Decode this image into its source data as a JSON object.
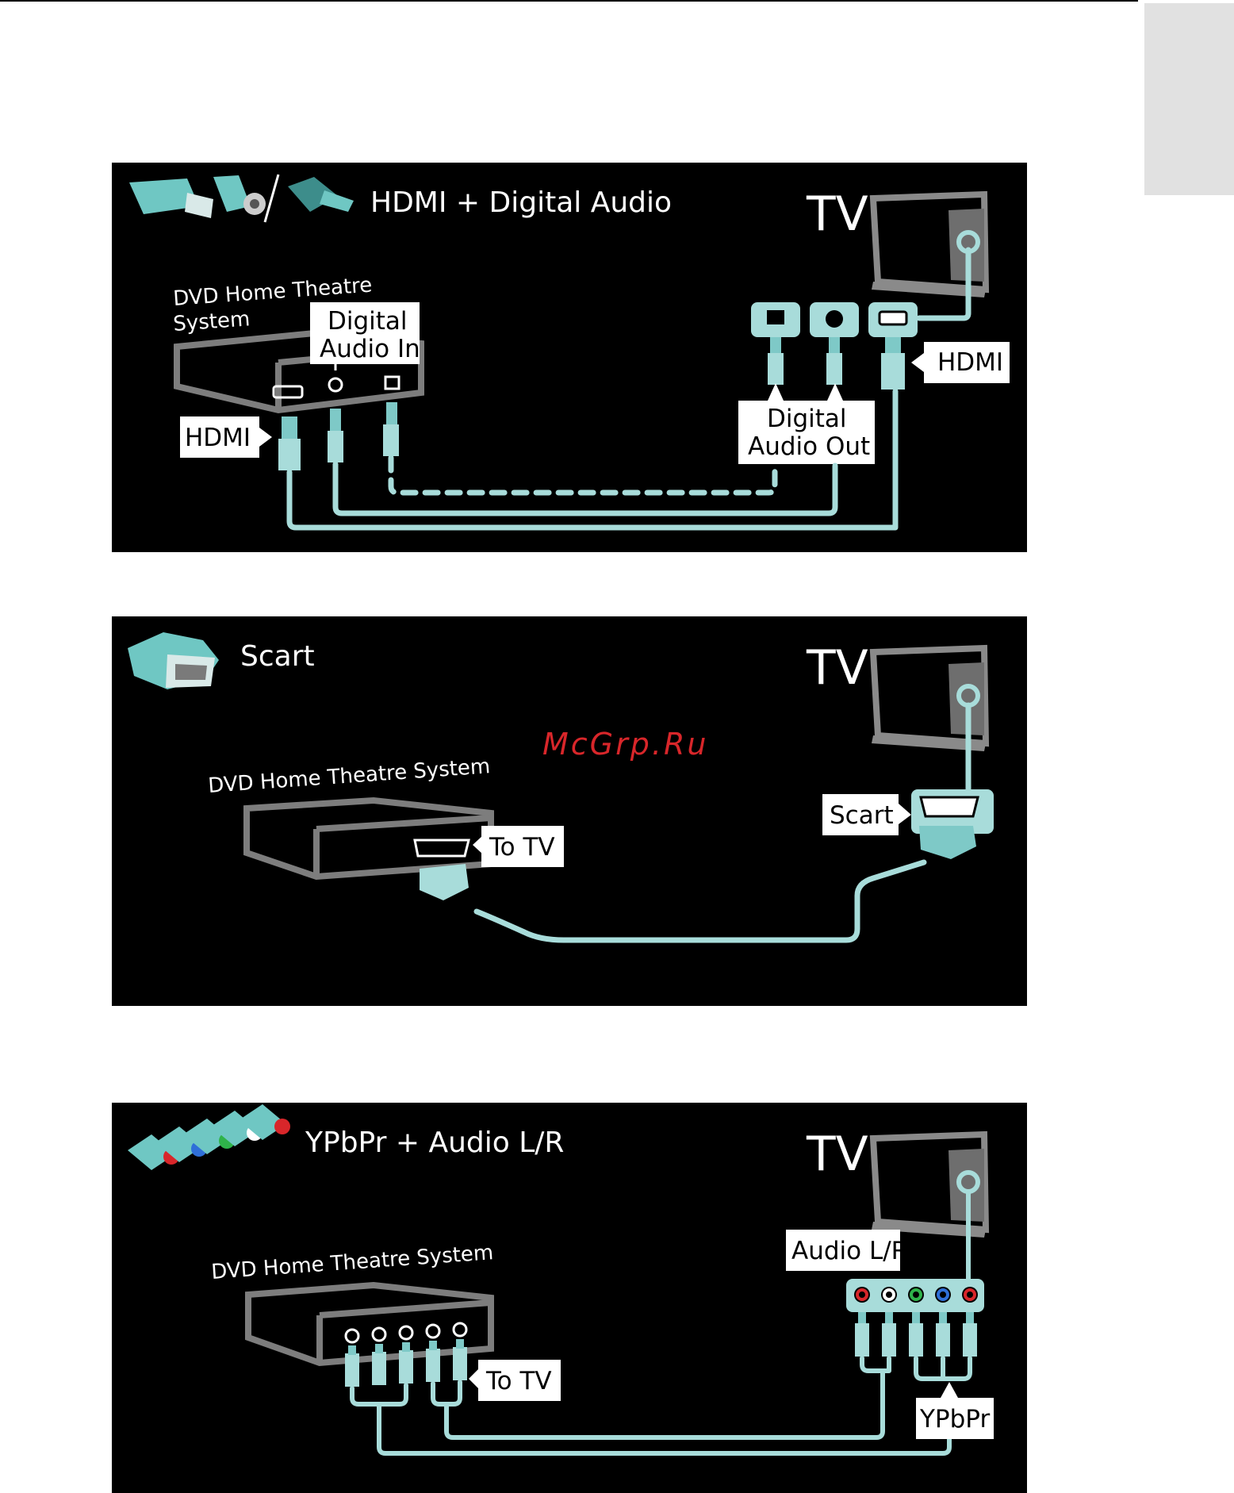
{
  "panels": [
    {
      "id": "hdmi-digital-audio",
      "title": "HDMI + Digital Audio",
      "tv_label": "TV",
      "device_label_line1": "DVD Home Theatre",
      "device_label_line2": "System",
      "labels": {
        "hdmi_device": "HDMI",
        "hdmi_tv": "HDMI",
        "digital_audio_in_line1": "Digital",
        "digital_audio_in_line2": "Audio In",
        "digital_audio_out_line1": "Digital",
        "digital_audio_out_line2": "Audio Out"
      }
    },
    {
      "id": "scart",
      "title": "Scart",
      "tv_label": "TV",
      "device_label": "DVD Home Theatre System",
      "labels": {
        "to_tv": "To TV",
        "scart": "Scart"
      }
    },
    {
      "id": "ypbpr-audio",
      "title": "YPbPr + Audio L/R",
      "tv_label": "TV",
      "device_label": "DVD Home Theatre System",
      "labels": {
        "to_tv": "To TV",
        "audio_lr": "Audio L/R",
        "ypbpr": "YPbPr"
      }
    }
  ],
  "watermark": "McGrp.Ru",
  "colors": {
    "panel_bg": "#000000",
    "cable": "#a8dcda",
    "connector": "#7ec9c7",
    "device_outline": "#7d7d7d",
    "watermark": "#d8262a",
    "jack_red": "#d8262a",
    "jack_green": "#2fb34a",
    "jack_blue": "#2f6fd8",
    "jack_white": "#ffffff"
  }
}
